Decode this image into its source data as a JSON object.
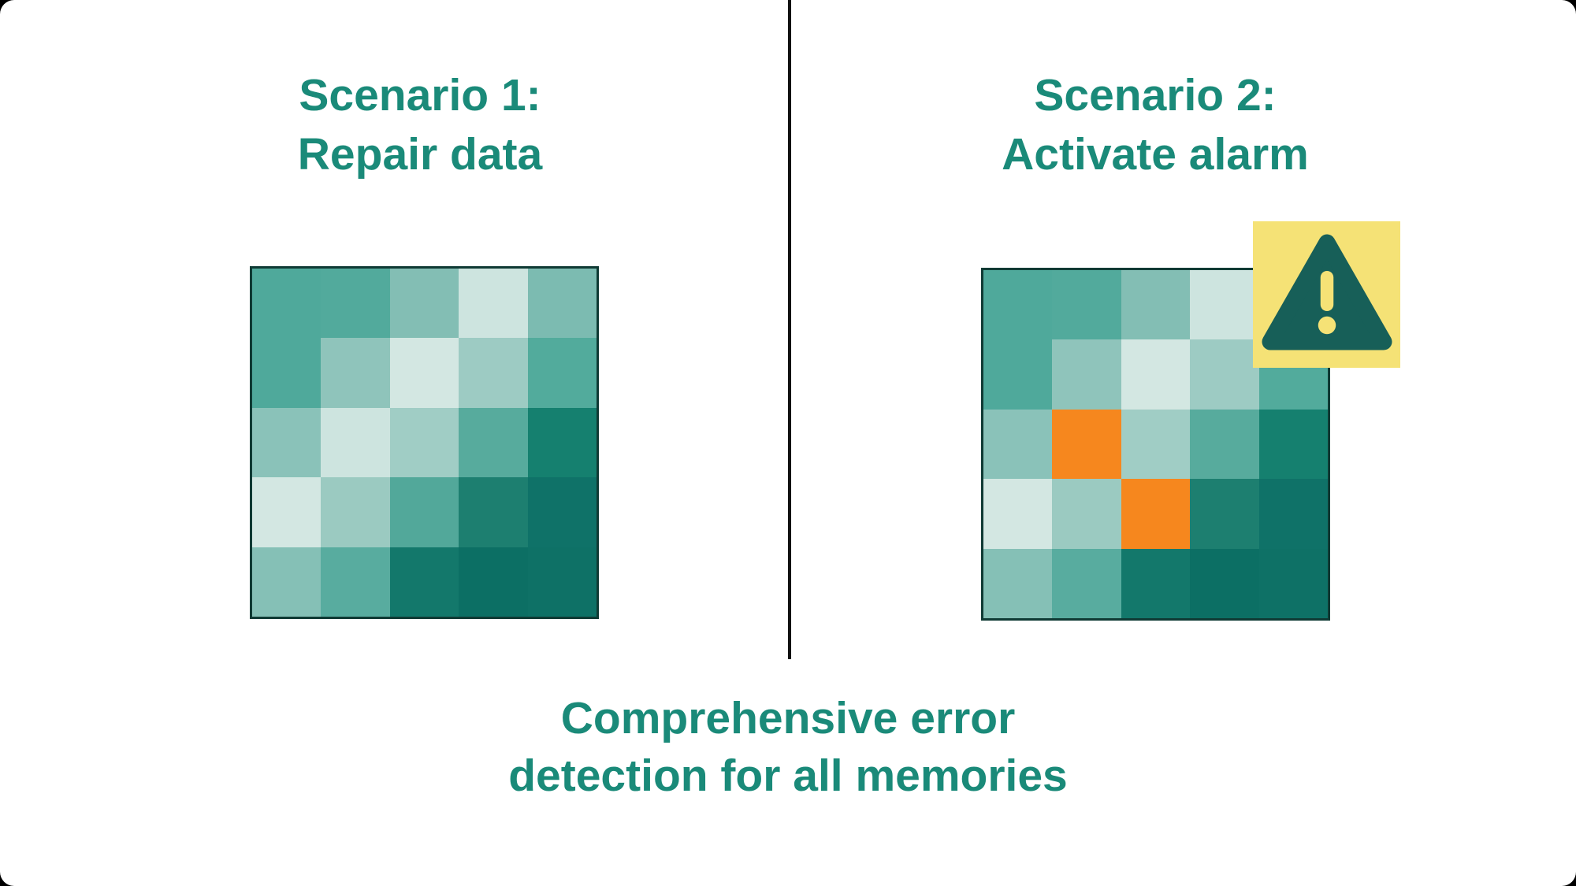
{
  "canvas": {
    "background": "#000000",
    "card_background": "#ffffff",
    "divider_color": "#121212"
  },
  "colors": {
    "teal_text": "#1a8a79",
    "grid_border": "#0f3a34",
    "error_orange": "#f6871e",
    "alert_background_yellow": "#f5e276",
    "alert_triangle_teal": "#175f58"
  },
  "left_panel": {
    "title_line1": "Scenario 1:",
    "title_line2": "Repair data",
    "grid": [
      [
        "#4fa99b",
        "#52aa9c",
        "#83beb4",
        "#cde4df",
        "#7cbbb1"
      ],
      [
        "#4fa99b",
        "#8fc4bb",
        "#d3e7e2",
        "#9dcbc3",
        "#52ab9c"
      ],
      [
        "#8ac2b9",
        "#cde4df",
        "#a0cdc5",
        "#57ab9d",
        "#15806f"
      ],
      [
        "#d3e7e2",
        "#9bcac1",
        "#52a89a",
        "#1d7f70",
        "#0f7268"
      ],
      [
        "#85c0b6",
        "#58ac9f",
        "#13786b",
        "#0c6f64",
        "#0e7166"
      ]
    ]
  },
  "right_panel": {
    "title_line1": "Scenario 2:",
    "title_line2": "Activate alarm",
    "alert_icon": "warning-triangle",
    "error_cells": [
      {
        "row": 3,
        "col": 2
      },
      {
        "row": 4,
        "col": 3
      }
    ],
    "grid": [
      [
        "#4fa99b",
        "#52aa9c",
        "#83beb4",
        "#cde4df",
        "#7cbbb1"
      ],
      [
        "#4fa99b",
        "#8fc4bb",
        "#d3e7e2",
        "#9dcbc3",
        "#52ab9c"
      ],
      [
        "#8ac2b9",
        "#f6871e",
        "#a0cdc5",
        "#57ab9d",
        "#15806f"
      ],
      [
        "#d3e7e2",
        "#9bcac1",
        "#f6871e",
        "#1d7f70",
        "#0f7268"
      ],
      [
        "#85c0b6",
        "#58ac9f",
        "#13786b",
        "#0c6f64",
        "#0e7166"
      ]
    ]
  },
  "caption": {
    "line1": "Comprehensive error",
    "line2": "detection for all memories"
  }
}
